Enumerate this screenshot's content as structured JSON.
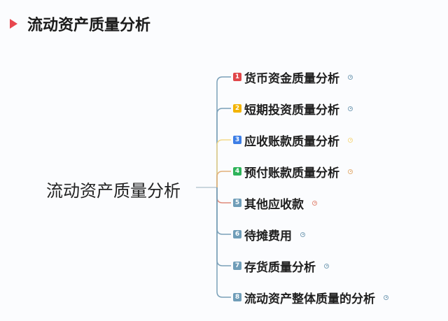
{
  "title": "流动资产质量分析",
  "center": "流动资产质量分析",
  "nodes": [
    {
      "num": "1",
      "label": "货币资金质量分析",
      "badge": "#e0474a",
      "line": "#7aa0b8"
    },
    {
      "num": "2",
      "label": "短期投资质量分析",
      "badge": "#f2b300",
      "line": "#7aa0b8"
    },
    {
      "num": "3",
      "label": "应收账款质量分析",
      "badge": "#3d7ee6",
      "line": "#f3d98a"
    },
    {
      "num": "4",
      "label": "预付账款质量分析",
      "badge": "#2eb35a",
      "line": "#e2b07a"
    },
    {
      "num": "5",
      "label": "其他应收款",
      "badge": "#6f9db8",
      "line": "#e08a7a"
    },
    {
      "num": "6",
      "label": "待摊费用",
      "badge": "#6f9db8",
      "line": "#7aa0b8"
    },
    {
      "num": "7",
      "label": "存货质量分析",
      "badge": "#6f9db8",
      "line": "#7aa0b8"
    },
    {
      "num": "8",
      "label": "流动资产整体质量的分析",
      "badge": "#6f9db8",
      "line": "#7aa0b8"
    }
  ]
}
